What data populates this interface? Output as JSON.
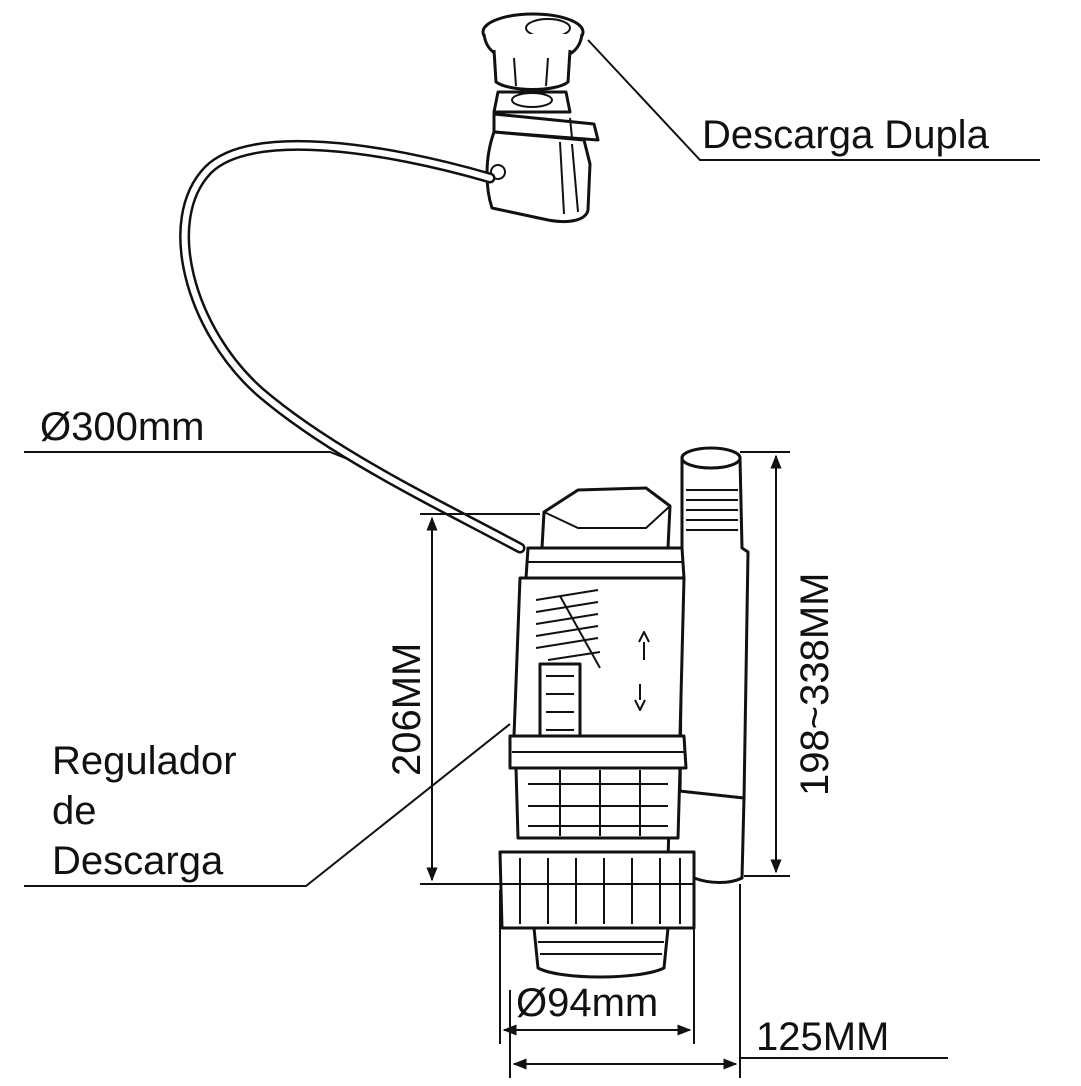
{
  "labels": {
    "dual_flush": "Descarga Dupla",
    "cable_diameter": "Ø300mm",
    "regulator_line1": "Regulador",
    "regulator_line2": "de",
    "regulator_line3": "Descarga",
    "valve_height": "206MM",
    "overflow_range": "198~338MM",
    "outlet_diameter": "Ø94mm",
    "base_width": "125MM"
  },
  "colors": {
    "ink": "#111111",
    "paper": "#ffffff",
    "shade": "#d9d9d9"
  }
}
